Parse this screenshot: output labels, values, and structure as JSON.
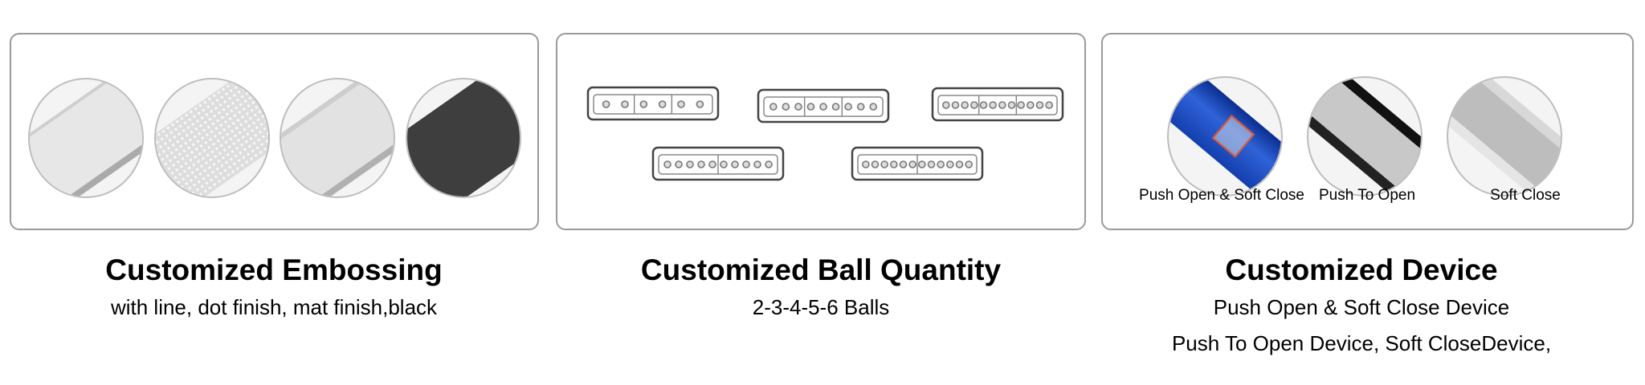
{
  "sections": [
    {
      "title": "Customized Embossing",
      "subtitle_lines": [
        "with line, dot finish, mat finish,black"
      ],
      "finishes": [
        "line",
        "dot finish",
        "mat finish",
        "black"
      ]
    },
    {
      "title": "Customized Ball Quantity",
      "subtitle_lines": [
        "2-3-4-5-6 Balls"
      ],
      "rails": [
        {
          "ball_groups": [
            2,
            2,
            2
          ]
        },
        {
          "ball_groups": [
            3,
            3,
            3
          ]
        },
        {
          "ball_groups": [
            4,
            4,
            4
          ]
        },
        {
          "ball_groups": [
            5,
            5
          ]
        },
        {
          "ball_groups": [
            6,
            6
          ]
        }
      ]
    },
    {
      "title": "Customized Device",
      "subtitle_lines": [
        "Push Open & Soft Close Device",
        "Push To Open Device, Soft CloseDevice,"
      ],
      "devices": [
        {
          "label": "Push Open & Soft Close",
          "color": "#1f4fc4"
        },
        {
          "label": "Push To Open",
          "color": "#222222"
        },
        {
          "label": "Soft Close",
          "color": "#c8c8c8"
        }
      ]
    }
  ]
}
